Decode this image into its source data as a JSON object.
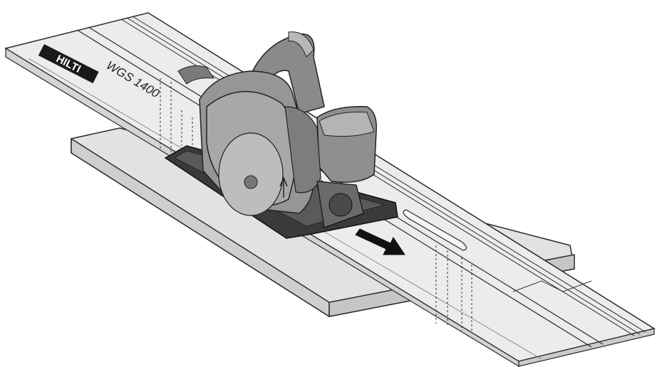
{
  "diagram": {
    "rail_model_text": "WGS 1400",
    "brand_logo_text": "HILTI",
    "colors": {
      "rail_fill": "#e6e6e6",
      "rail_line": "#2a2a2a",
      "board_fill": "#e2e2e2",
      "board_edge": "#c8c8c8",
      "saw_body": "#8a8a8a",
      "saw_dark": "#555555",
      "saw_light": "#b8b8b8",
      "base_plate": "#3a3a3a",
      "arrow": "#111111"
    },
    "icons": [
      "direction-arrow-icon",
      "brand-logo"
    ]
  }
}
